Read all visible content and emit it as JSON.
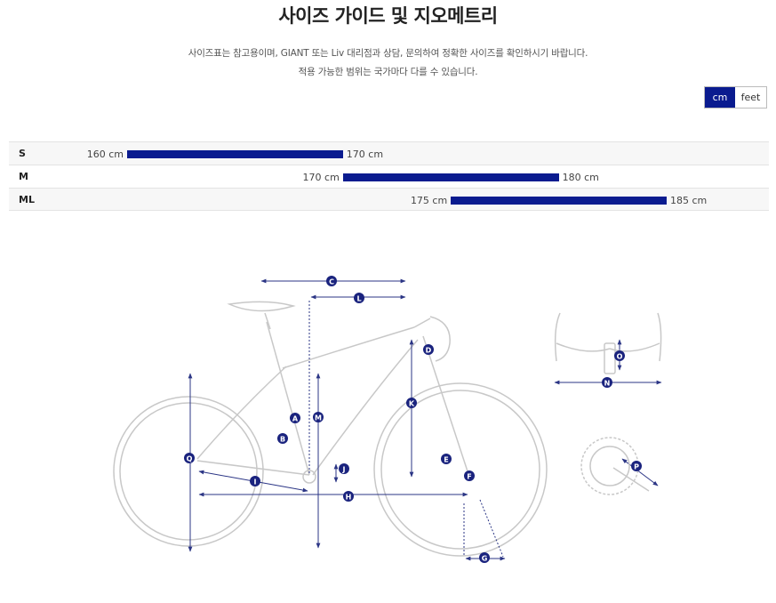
{
  "title": "사이즈 가이드 및 지오메트리",
  "description": {
    "line1": "사이즈표는 참고용이며, GIANT 또는 Liv 대리점과 상담, 문의하여 정확한 사이즈를 확인하시기 바랍니다.",
    "line2": "적용 가능한 범위는 국가마다 다를 수 있습니다."
  },
  "units": {
    "cm": "cm",
    "feet": "feet",
    "selected": "cm"
  },
  "sizes": [
    {
      "label": "S",
      "min": 160,
      "max": 170,
      "min_text": "160 cm",
      "max_text": "170 cm"
    },
    {
      "label": "M",
      "min": 170,
      "max": 180,
      "min_text": "170 cm",
      "max_text": "180 cm"
    },
    {
      "label": "ML",
      "min": 175,
      "max": 185,
      "min_text": "175 cm",
      "max_text": "185 cm"
    }
  ],
  "colors": {
    "accent": "#0a1b8f",
    "line": "#c8c8c8",
    "dim": "#2b3585"
  },
  "geometry_markers": {
    "A": "A",
    "B": "B",
    "C": "C",
    "D": "D",
    "E": "E",
    "F": "F",
    "G": "G",
    "H": "H",
    "I": "I",
    "J": "J",
    "K": "K",
    "L": "L",
    "M": "M",
    "N": "N",
    "O": "O",
    "P": "P",
    "Q": "Q"
  }
}
